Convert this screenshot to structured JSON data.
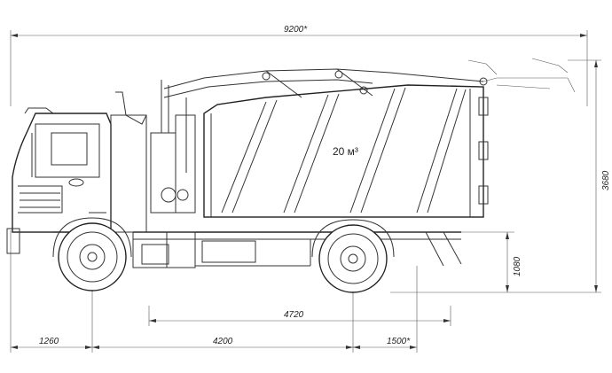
{
  "dimensions": {
    "overall_length": "9200*",
    "height_total": "3680",
    "frame_height": "1080",
    "body_length": "4720",
    "front_overhang": "1260",
    "wheelbase": "4200",
    "rear_overhang": "1500*"
  },
  "body": {
    "volume_label": "20 м³"
  }
}
